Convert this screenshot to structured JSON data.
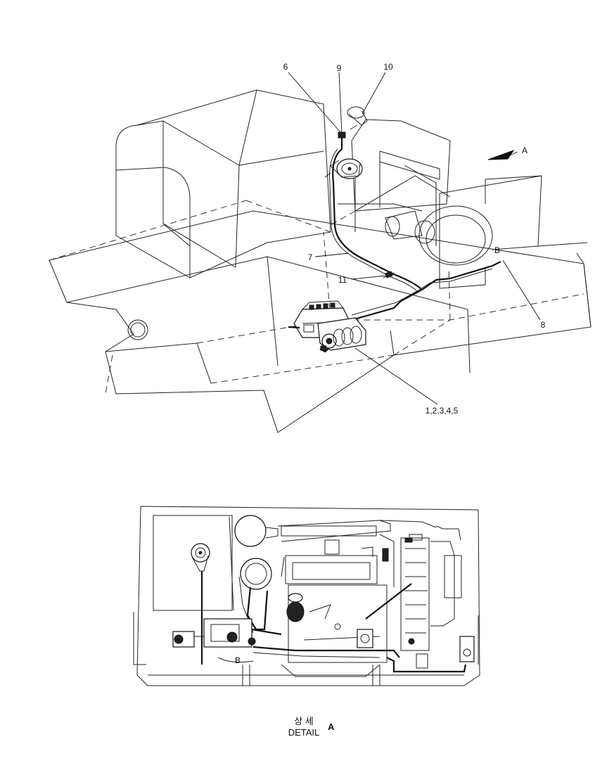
{
  "figure": {
    "callouts": [
      "6",
      "9",
      "10",
      "A",
      "7",
      "B",
      "11",
      "8",
      "1,2,3,4,5"
    ],
    "detail_view": {
      "marker": "B",
      "caption_korean": "상 세",
      "caption_english": "DETAIL",
      "caption_letter": "A"
    }
  }
}
